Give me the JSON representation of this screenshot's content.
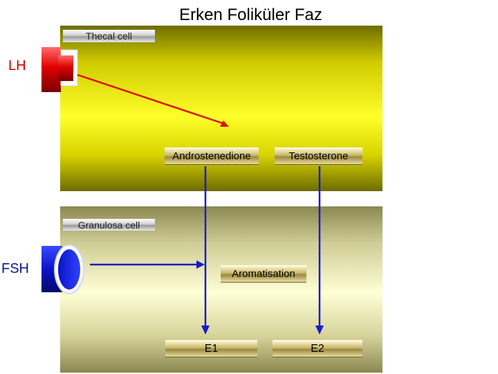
{
  "title": "Erken Foliküler Faz",
  "thecal_cell": "Thecal cell",
  "granulosa_cell": "Granulosa cell",
  "lh": "LH",
  "fsh": "FSH",
  "androstenedione": "Androstenedione",
  "testosterone": "Testosterone",
  "aromatisation": "Aromatisation",
  "e1": "E1",
  "e2": "E2",
  "colors": {
    "lh_receptor": "#e00000",
    "fsh_receptor": "#0a14c8",
    "lh_arrow": "#e01010",
    "blue_arrow": "#1a1ad0"
  }
}
